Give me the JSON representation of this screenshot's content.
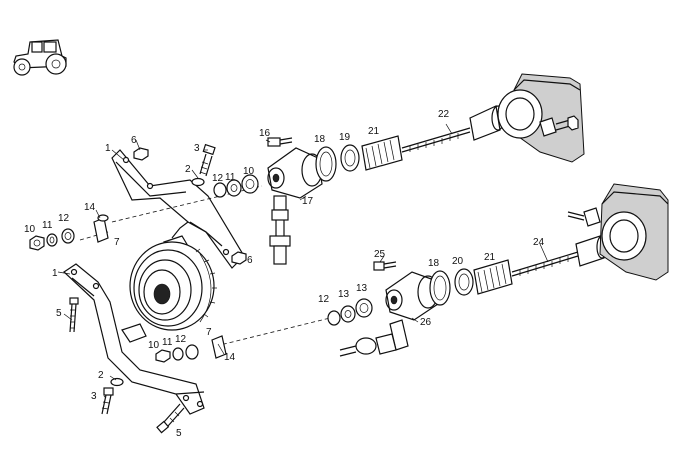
{
  "callouts": {
    "c1_top": "1",
    "c1_mid": "1",
    "c2_top": "2",
    "c2_bot": "2",
    "c3_top": "3",
    "c3_bot": "3",
    "c5_left": "5",
    "c5_bot": "5",
    "c6_top": "6",
    "c6_right": "6",
    "c7_left": "7",
    "c7_bot": "7",
    "c10_left": "10",
    "c11_left": "11",
    "c12_left": "12",
    "c10_bot": "10",
    "c11_bot": "11",
    "c12_bot": "12",
    "c14_left": "14",
    "c14_bot": "14",
    "c10_top": "10",
    "c11_top": "11",
    "c12_top": "12",
    "c16": "16",
    "c17": "17",
    "c18_top": "18",
    "c19": "19",
    "c21_top": "21",
    "c22": "22",
    "c25": "25",
    "c18_bot": "18",
    "c20": "20",
    "c21_bot": "21",
    "c24": "24",
    "c26": "26",
    "c12_right": "12",
    "c13_a": "13",
    "c13_b": "13"
  }
}
